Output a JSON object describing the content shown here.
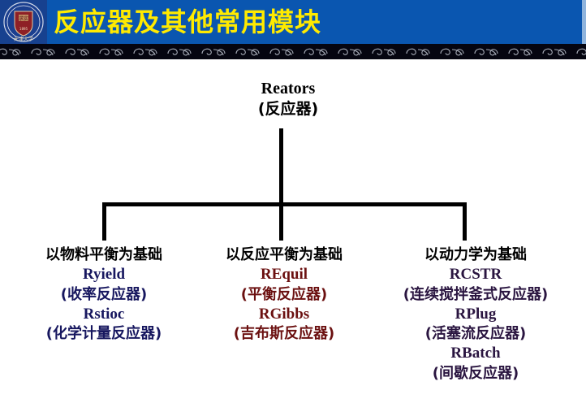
{
  "slide": {
    "background_color": "#ffffff",
    "header": {
      "background_color": "#0a56b0",
      "title": "反应器及其他常用模块",
      "title_color": "#ffea00",
      "logo_name": "tianjin-university-shield",
      "band_color": "#050510",
      "band_motif": "scroll-swirl-repeat"
    }
  },
  "diagram": {
    "type": "tree",
    "root": {
      "title_en": "Reators",
      "title_cn": "(反应器)",
      "color": "#000000"
    },
    "branches": [
      {
        "id": "material-balance",
        "heading": "以物料平衡为基础",
        "heading_color": "#000000",
        "models": [
          {
            "en": "Ryield",
            "cn": "(收率反应器)",
            "color": "#17175f"
          },
          {
            "en": "Rstioc",
            "cn": "(化学计量反应器)",
            "color": "#17175f"
          }
        ]
      },
      {
        "id": "reaction-equilibrium",
        "heading": "以反应平衡为基础",
        "heading_color": "#000000",
        "models": [
          {
            "en": "REquil",
            "cn": "(平衡反应器)",
            "color": "#6b1010"
          },
          {
            "en": "RGibbs",
            "cn": "(吉布斯反应器)",
            "color": "#6b1010"
          }
        ]
      },
      {
        "id": "kinetics",
        "heading": "以动力学为基础",
        "heading_color": "#000000",
        "models": [
          {
            "en": "RCSTR",
            "cn": "(连续搅拌釜式反应器)",
            "color": "#2a1540"
          },
          {
            "en": "RPlug",
            "cn": "(活塞流反应器)",
            "color": "#2a1540"
          },
          {
            "en": "RBatch",
            "cn": "(间歇反应器)",
            "color": "#2a1540"
          }
        ]
      }
    ],
    "connector_color": "#000000"
  }
}
